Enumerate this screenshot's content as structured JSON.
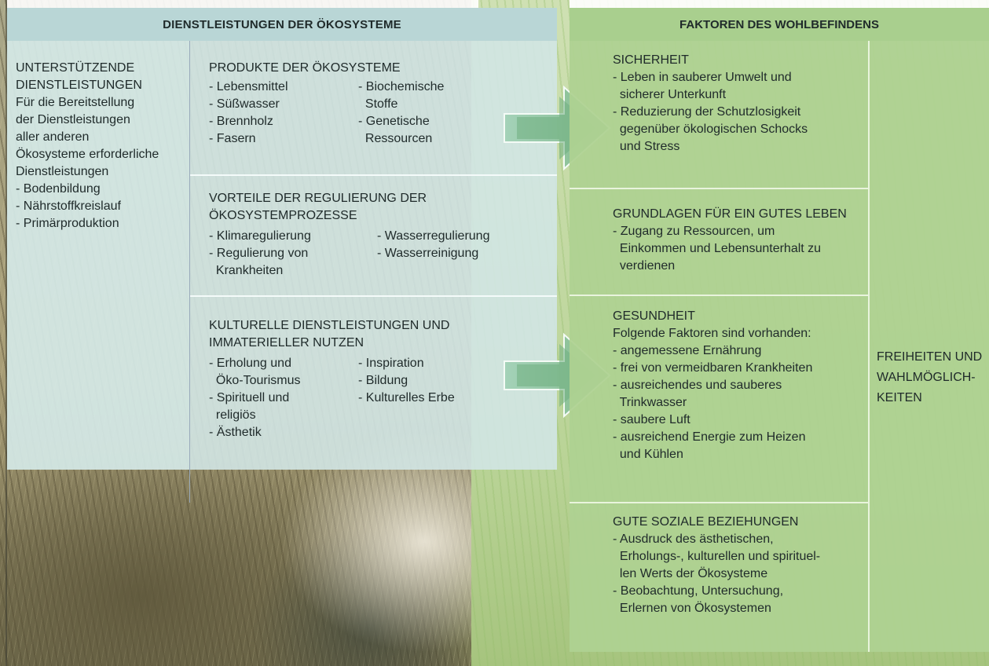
{
  "left": {
    "header": "DIENSTLEISTUNGEN DER ÖKOSYSTEME",
    "supporting": {
      "lines": "UNTERSTÜTZENDE\nDIENSTLEISTUNGEN\nFür die Bereitstellung\nder Dienstleistungen\naller anderen\nÖkosysteme erforderliche\nDienstleistungen\n- Bodenbildung\n- Nährstoffkreislauf\n- Primärproduktion"
    },
    "products": {
      "title": "PRODUKTE DER ÖKOSYSTEME",
      "col1": "- Lebensmittel\n- Süßwasser\n- Brennholz\n- Fasern",
      "col2": "- Biochemische\n  Stoffe\n- Genetische\n  Ressourcen"
    },
    "regulation": {
      "title": "VORTEILE DER REGULIERUNG DER\nÖKOSYSTEMPROZESSE",
      "col1": "- Klimaregulierung\n- Regulierung von\n  Krankheiten",
      "col2": "- Wasserregulierung\n- Wasserreinigung"
    },
    "cultural": {
      "title": "KULTURELLE DIENSTLEISTUNGEN UND\nIMMATERIELLER NUTZEN",
      "col1": "- Erholung und\n  Öko-Tourismus\n- Spirituell und\n  religiös\n- Ästhetik",
      "col2": "- Inspiration\n- Bildung\n- Kulturelles Erbe"
    }
  },
  "right": {
    "header": "FAKTOREN DES WOHLBEFINDENS",
    "security": "SICHERHEIT\n- Leben in sauberer Umwelt und\n  sicherer Unterkunft\n- Reduzierung der Schutzlosigkeit\n  gegenüber ökologischen Schocks\n  und Stress",
    "basics": "GRUNDLAGEN FÜR EIN GUTES LEBEN\n- Zugang zu Ressourcen, um\n  Einkommen und Lebensunterhalt zu\n  verdienen",
    "health": "GESUNDHEIT\nFolgende Faktoren sind vorhanden:\n- angemessene Ernährung\n- frei von vermeidbaren Krankheiten\n- ausreichendes und sauberes\n  Trinkwasser\n- saubere Luft\n- ausreichend Energie zum Heizen\n  und Kühlen",
    "social": "GUTE SOZIALE BEZIEHUNGEN\n- Ausdruck des ästhetischen,\n  Erholungs-, kulturellen und spirituel-\n  len Werts der Ökosysteme\n- Beobachtung, Untersuchung,\n  Erlernen von Ökosystemen",
    "freedom": "FREIHEITEN UND\nWAHLMÖGLICH-\nKEITEN"
  },
  "colors": {
    "left_header": "#b9d6d6",
    "left_cells": "#d2e6e4",
    "right_header": "#a9cf8e",
    "right_cells": "#aed192",
    "arrow": "#8fc09a"
  }
}
